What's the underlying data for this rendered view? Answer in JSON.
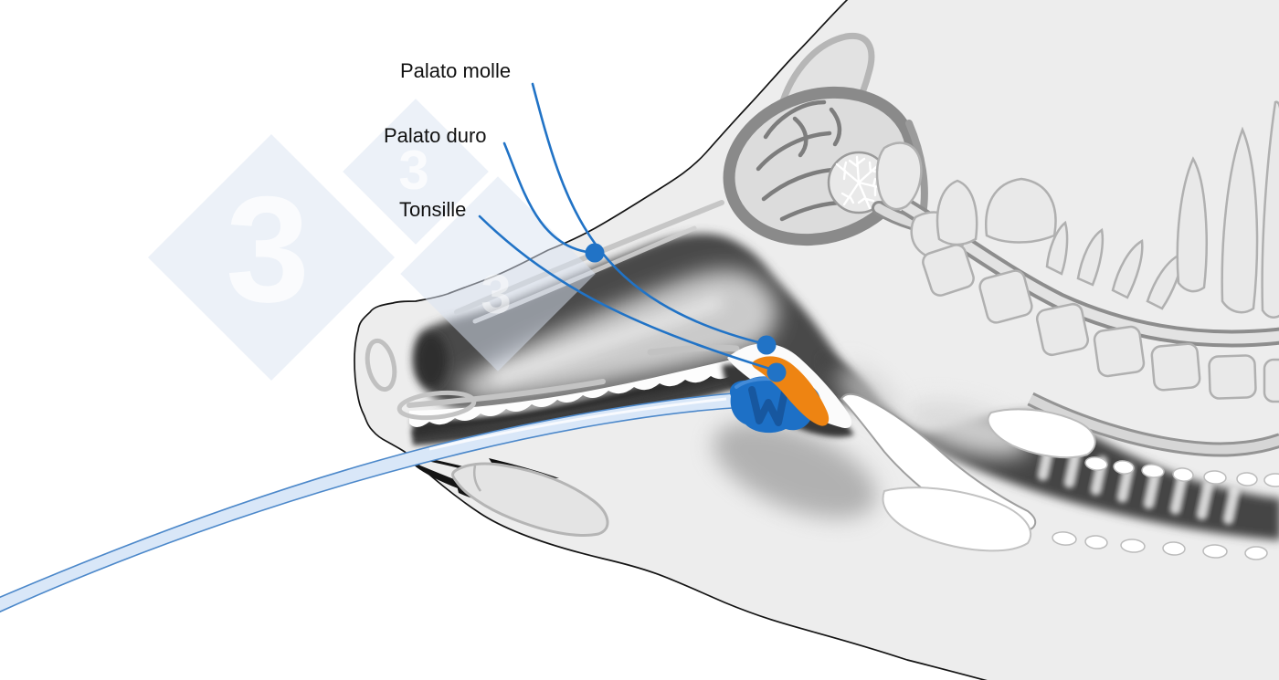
{
  "diagram": {
    "type": "anatomical-sagittal-section-pig-head",
    "labels": [
      {
        "id": "palato-molle",
        "text": "Palato molle"
      },
      {
        "id": "palato-duro",
        "text": "Palato duro"
      },
      {
        "id": "tonsille",
        "text": "Tonsille"
      }
    ],
    "watermark": {
      "digit": "3"
    },
    "colors": {
      "leader_blue": "#2173C6",
      "marker_dot_blue": "#2173C6",
      "tonsil_orange": "#EE8412",
      "swab_tip_blue": "#1D70C6",
      "swab_tip_blue_dark": "#17579F",
      "tube_fill": "#D9E7F8",
      "tube_stroke": "#4C88CA",
      "head_fill": "#EDEDED",
      "outline_black": "#141414",
      "watermark_fill": "#DBE4F3"
    }
  }
}
